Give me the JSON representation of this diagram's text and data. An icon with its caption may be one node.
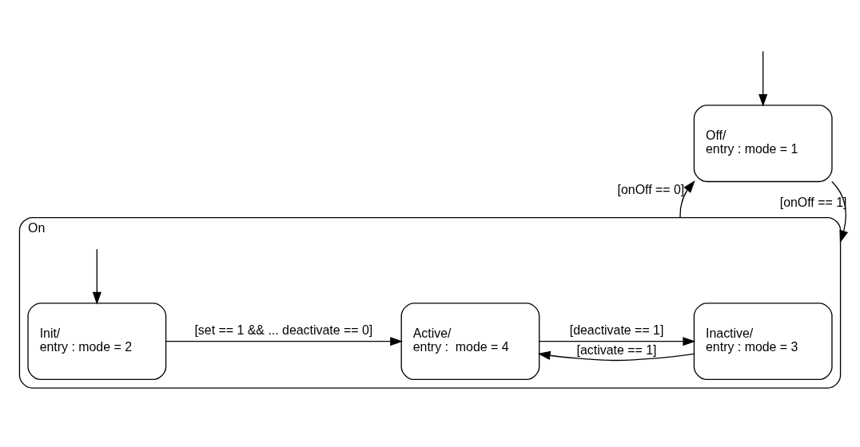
{
  "diagram": {
    "nodes": [
      {
        "text": [
          "Off/",
          "entry : mode = 1"
        ]
      },
      {
        "text": [
          "On"
        ]
      },
      {
        "text": [
          "Inactive/",
          "entry : mode = 3"
        ],
        "in": 1
      },
      {
        "text": [
          "Active/",
          "entry :  mode = 4"
        ],
        "in": 1
      },
      {
        "text": [
          "Init/",
          "entry : mode = 2"
        ],
        "in": 1
      }
    ],
    "edges": [
      {
        "from": null,
        "to": 0,
        "arrow": "to"
      },
      {
        "from": 1,
        "to": 0,
        "arrow": "to",
        "label": "[onOff == 0]"
      },
      {
        "from": 0,
        "to": 1,
        "arrow": "to",
        "label": "[onOff == 1]"
      },
      {
        "from": null,
        "to": 4,
        "arrow": "to"
      },
      {
        "from": 2,
        "to": 3,
        "arrow": "to",
        "label": "[activate == 1]"
      },
      {
        "from": 3,
        "to": 2,
        "arrow": "to",
        "label": "[deactivate == 1]"
      },
      {
        "from": 4,
        "to": 3,
        "arrow": "to",
        "label": "[set == 1 && ... deactivate == 0]"
      }
    ]
  }
}
